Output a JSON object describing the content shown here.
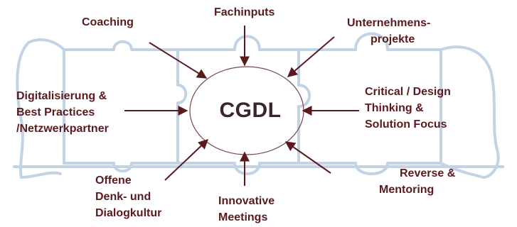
{
  "colors": {
    "text": "#5a1a1e",
    "arrow": "#5a1a1e",
    "center_text": "#3a2628",
    "ellipse_stroke": "#7a4a4a",
    "watermark": "#c2d3e6"
  },
  "center": {
    "label": "CGDL"
  },
  "nodes": {
    "coaching": [
      "Coaching"
    ],
    "fachinputs": [
      "Fachinputs"
    ],
    "unternehmensprojekte": [
      "Unternehmens-",
      "projekte"
    ],
    "digitalisierung": [
      "Digitalisierung &",
      "Best Practices",
      "/Netzwerkpartner"
    ],
    "critical_design": [
      "Critical / Design",
      "Thinking &",
      "Solution Focus"
    ],
    "offene": [
      "Offene",
      "Denk- und",
      "Dialogkultur"
    ],
    "innovative": [
      "Innovative",
      "Meetings"
    ],
    "reverse": [
      "Reverse &",
      "Mentoring"
    ]
  },
  "background": {
    "motif": "puzzle-piece-figures-watermark"
  }
}
